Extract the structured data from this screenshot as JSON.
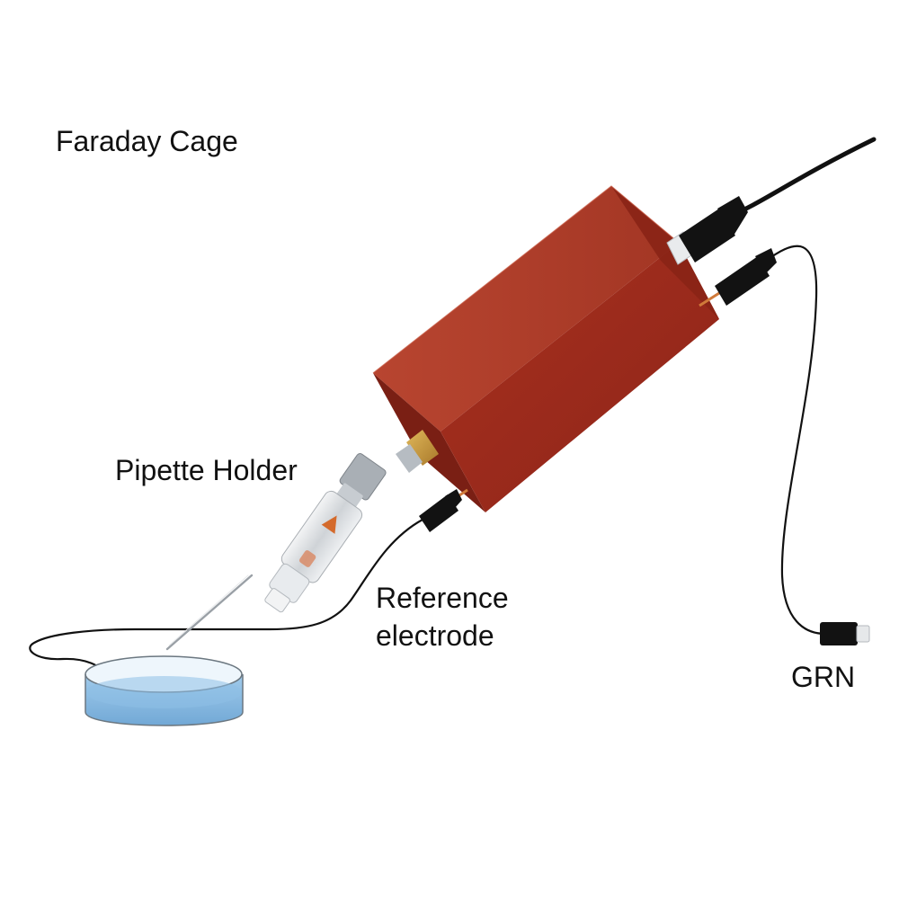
{
  "labels": {
    "faraday_cage": "Faraday Cage",
    "pipette_holder": "Pipette Holder",
    "reference_electrode_line1": "Reference",
    "reference_electrode_line2": "electrode",
    "ground": "GRN"
  },
  "colors": {
    "headstage_body": "#9b2a1c",
    "headstage_top": "#b5402c",
    "headstage_side": "#6f1c12",
    "cable": "#111111",
    "dish_liquid": "#7fb4de",
    "connector_gold": "#c89a3a",
    "pipette_glass": "#d9dcdf"
  }
}
